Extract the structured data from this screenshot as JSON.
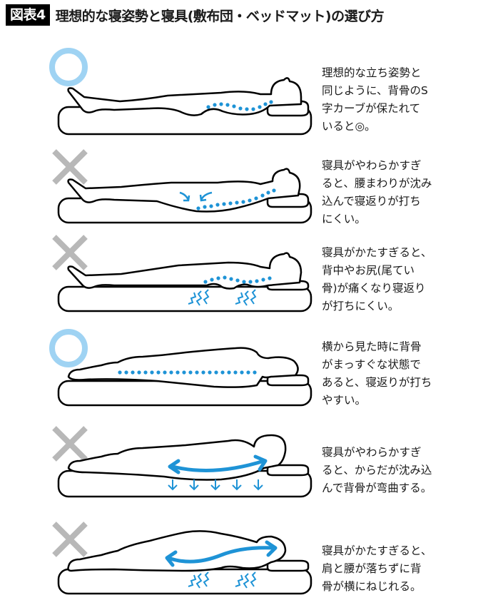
{
  "header": {
    "badge": "図表4",
    "title": "理想的な寝姿勢と寝具(敷布団・ベッドマット)の選び方"
  },
  "colors": {
    "good_mark": "#9fd3f3",
    "bad_mark": "#b8b8b8",
    "spine_accent": "#1e93d6",
    "outline": "#000000"
  },
  "panels": [
    {
      "id": "supine-ideal",
      "verdict": "good",
      "mark_icon": "circle-good-icon",
      "posture": "supine",
      "caption": "理想的な立ち姿勢と\n同じように、背骨のS\n字カーブが保たれて\nいると◎。"
    },
    {
      "id": "supine-too-soft",
      "verdict": "bad",
      "mark_icon": "cross-bad-icon",
      "posture": "supine",
      "caption": "寝具がやわらかすぎ\nると、腰まわりが沈み\n込んで寝返りが打ち\nにくい。"
    },
    {
      "id": "supine-too-hard",
      "verdict": "bad",
      "mark_icon": "cross-bad-icon",
      "posture": "supine",
      "caption": "寝具がかたすぎると、\n背中やお尻(尾てい\n骨)が痛くなり寝返り\nが打ちにくい。"
    },
    {
      "id": "side-ideal",
      "verdict": "good",
      "mark_icon": "circle-good-icon",
      "posture": "side",
      "caption": "横から見た時に背骨\nがまっすぐな状態で\nあると、寝返りが打ち\nやすい。"
    },
    {
      "id": "side-too-soft",
      "verdict": "bad",
      "mark_icon": "cross-bad-icon",
      "posture": "side",
      "caption": "寝具がやわらかすぎ\nると、からだが沈み込\nんで背骨が弯曲する。"
    },
    {
      "id": "side-too-hard",
      "verdict": "bad",
      "mark_icon": "cross-bad-icon",
      "posture": "side",
      "caption": "寝具がかたすぎると、\n肩と腰が落ちずに背\n骨が横にねじれる。"
    }
  ]
}
